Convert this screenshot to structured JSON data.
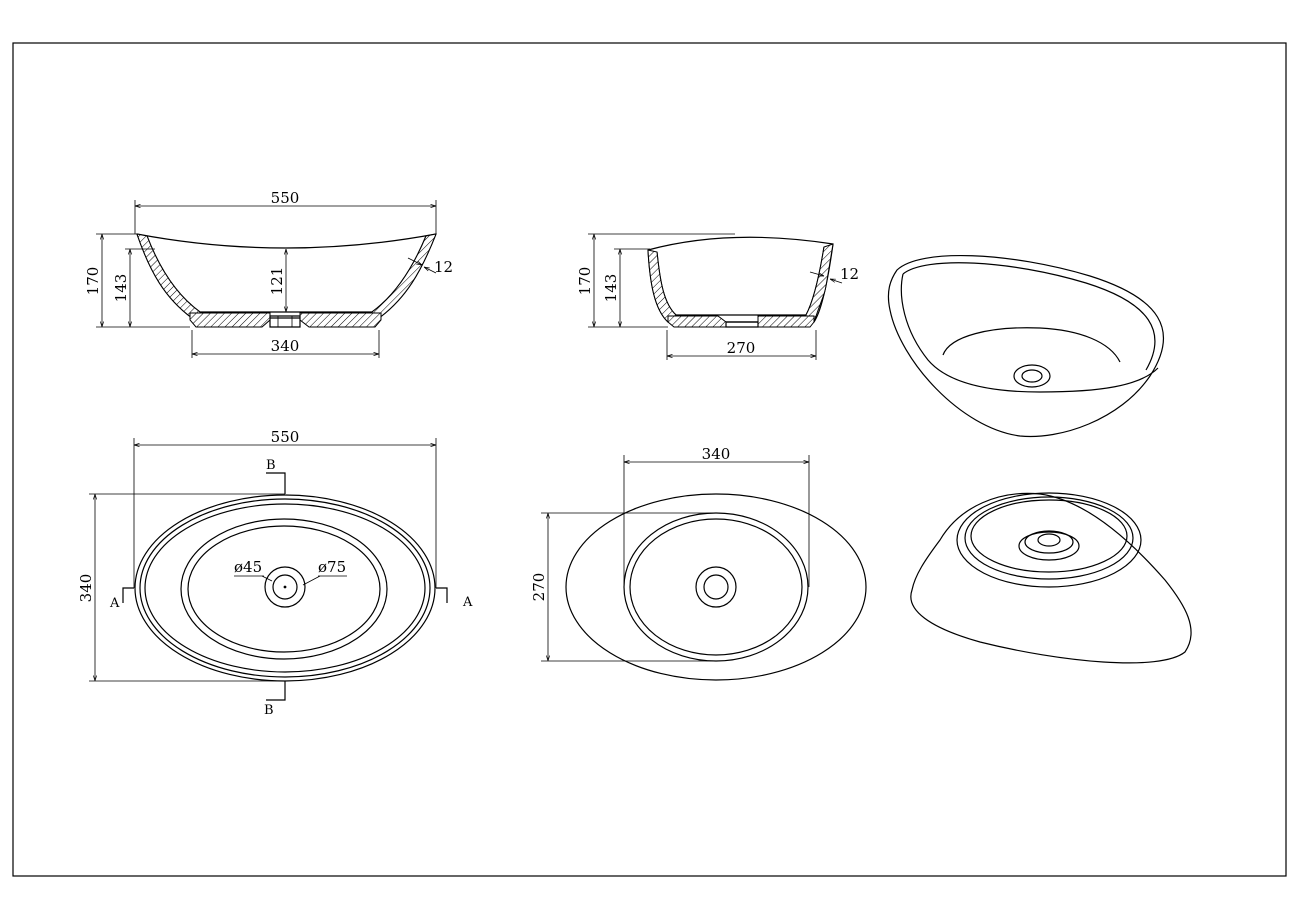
{
  "dimensions": {
    "section_a": {
      "length": "550",
      "height_total": "170",
      "height_inner": "143",
      "depth": "121",
      "wall": "12",
      "base": "340"
    },
    "section_b": {
      "height_total": "170",
      "height_inner": "143",
      "wall": "12",
      "base": "270"
    },
    "plan_view": {
      "length": "550",
      "width": "340",
      "drain_inner": "ø45",
      "drain_outer": "ø75",
      "section_a_label": "A",
      "section_b_label": "B"
    },
    "base_view": {
      "length": "340",
      "width": "270"
    }
  }
}
